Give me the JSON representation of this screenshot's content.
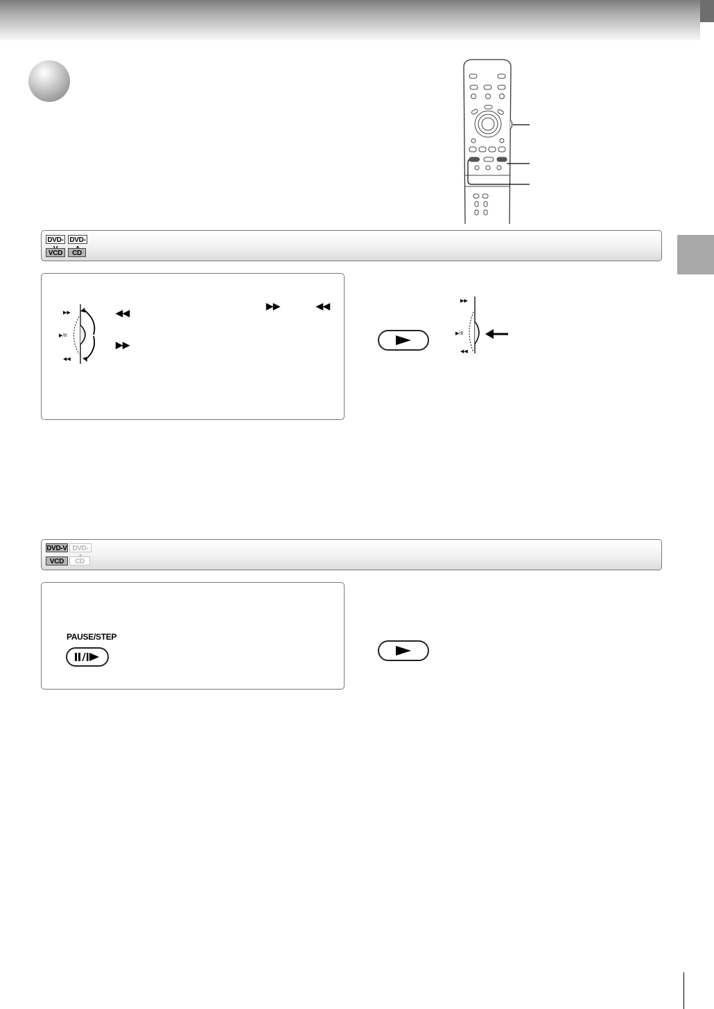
{
  "disc_bar_1": {
    "badges": [
      "DVD-V",
      "DVD-A",
      "VCD",
      "CD"
    ]
  },
  "disc_bar_2": {
    "badges": [
      "DVD-V",
      "DVD-A",
      "VCD",
      "CD"
    ]
  },
  "pause_step": {
    "label": "PAUSE/STEP"
  },
  "icons": {
    "forward": "▶▶",
    "reverse": "◀◀",
    "play": "play-icon",
    "pause_step": "pause-step-icon",
    "jog_dial": "jog-shuttle-icon",
    "remote": "remote-control-icon"
  },
  "colors": {
    "header_dark": "#7d7d7d",
    "tab_gray": "#a8a8a8",
    "badge_active": "#b3b3b3"
  }
}
